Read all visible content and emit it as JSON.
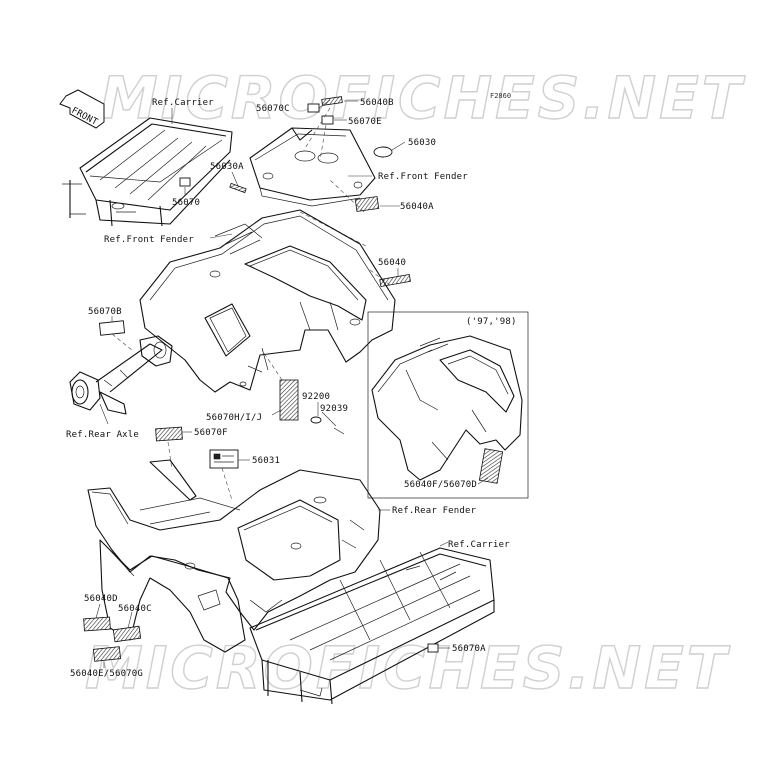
{
  "figure_code": "F2860",
  "watermark": "MICROFICHES.NET",
  "front_arrow": "FRONT",
  "inset_years": "('97,'98)",
  "reference_labels": {
    "carrier_top": "Ref.Carrier",
    "front_fender_small": "Ref.Front Fender",
    "front_fender_main": "Ref.Front Fender",
    "rear_axle": "Ref.Rear Axle",
    "rear_fender": "Ref.Rear Fender",
    "carrier_bottom": "Ref.Carrier"
  },
  "part_labels": {
    "p56070C": "56070C",
    "p56040B": "56040B",
    "p56070E": "56070E",
    "p56030": "56030",
    "p56030A": "56030A",
    "p56070": "56070",
    "p56040A": "56040A",
    "p56040": "56040",
    "p56070B": "56070B",
    "p92200": "92200",
    "p92039": "92039",
    "p56070HIJ": "56070H/I/J",
    "p56070F": "56070F",
    "p56031": "56031",
    "p56040F56070D": "56040F/56070D",
    "p56040D": "56040D",
    "p56040C": "56040C",
    "p56040E56070G": "56040E/56070G",
    "p56070A": "56070A"
  }
}
